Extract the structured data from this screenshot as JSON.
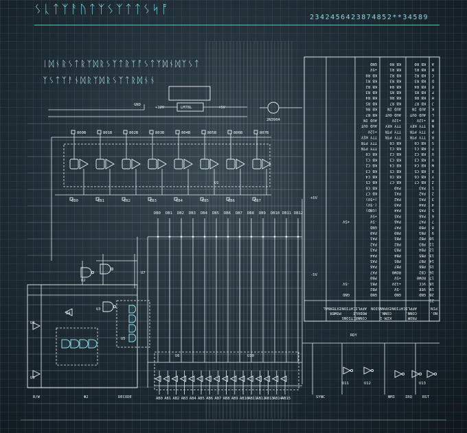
{
  "header": {
    "title": "ᛊᚳᛏᛉᚨᚢᛏᛉᛊᛉᛏᛏᛊᛋᚩ",
    "code": "2342456423874852**34589"
  },
  "subtitle": {
    "line1": "ᛁᛞᚾᚱᛊᛏᚱᛉᛞᚱᛊᛉᛏᚱᛉᚩᛊᛏᛉᛞᚾᛞᛉᛊᛏ",
    "line2": "ᛉᛊᛏᛉᚨᚾᛞᚱᛉᛞᚱᛊᛉᛏᚱᛞᚾᚾ"
  },
  "regulator": {
    "chip": "LM78L",
    "in_label": "+12V",
    "out_label": "+5V",
    "gnd_label": "GND"
  },
  "transistor_label": "2N3904",
  "upper_bank": {
    "labels": [
      "800B",
      "801B",
      "802B",
      "803B",
      "804B",
      "805B",
      "806B",
      "807B"
    ],
    "chip": "U1",
    "gnd_labels": [
      "CB0",
      "CB1",
      "CB2",
      "CB3",
      "CB4",
      "CB5",
      "CB6",
      "CB7"
    ]
  },
  "data_bus": [
    "DB0",
    "DB1",
    "DB2",
    "DB3",
    "DB4",
    "DB5",
    "DB6",
    "DB7",
    "DB8",
    "DB9",
    "DB10",
    "DB11",
    "DB12"
  ],
  "address_bus": [
    "AB0",
    "AB1",
    "AB2",
    "AB3",
    "AB4",
    "AB5",
    "AB6",
    "AB7",
    "AB8",
    "AB9",
    "AB10",
    "AB11",
    "AB12",
    "AB13",
    "AB14",
    "AB15"
  ],
  "chips": {
    "u2": "U2",
    "u3": "U3",
    "u4": "U4",
    "u5": "U5",
    "u6": "U6",
    "u7": "U7",
    "u8": "U8",
    "u9": "U9",
    "u10": "U10",
    "u11": "U11",
    "u12": "U12",
    "u13": "U13"
  },
  "bottom_labels": {
    "r_w": "R/W",
    "phi2": "Φ2",
    "decode": "DECODE",
    "sync": "SYNC",
    "nmi": "NMI",
    "irq": "IRQ",
    "rst": "RST",
    "rdy": "RDY"
  },
  "supply_labels": {
    "plus5": "+5V",
    "minus5": "-5V"
  },
  "pin_table": {
    "columns": [
      "PIN NO.",
      "APPLICATION CONN. FROM KIM-1",
      "EXPANSION CONN. KIM-1",
      "APPLICATION MODULE CONNECTIONS",
      "EXTERNAL POWER"
    ],
    "pins": [
      "A",
      "B",
      "C",
      "D",
      "E",
      "F",
      "H",
      "J",
      "K",
      "L",
      "M",
      "N",
      "P",
      "R",
      "S",
      "T",
      "U",
      "V",
      "W",
      "X",
      "Y",
      "Z",
      "1",
      "2",
      "3",
      "4",
      "5",
      "6",
      "7",
      "8",
      "9",
      "10",
      "11",
      "12",
      "13",
      "14",
      "15",
      "16",
      "17",
      "18",
      "19",
      "20",
      "21",
      "22"
    ],
    "col1": [
      "KB R0",
      "KB R1",
      "KB R2",
      "KB R3",
      "KB R4",
      "KB R5",
      "KB R6",
      "KB R7",
      "AUD IN",
      "AUD OUT",
      "+12V",
      "TTY KEY",
      "TTY PTR",
      "TTY PTR",
      "KB C0",
      "KB C1",
      "KB C2",
      "KB C3",
      "KB C4",
      "KB C5",
      "KB C6",
      "KB C7",
      "PA3",
      "PA2",
      "PA1",
      "PA4",
      "PA5",
      "PA6",
      "PA7",
      "PB0",
      "PB1",
      "PB2",
      "PB3",
      "PB4",
      "PB5",
      "PB7",
      "PB6",
      "CB2",
      "ROW0",
      "VCC",
      "VEE",
      "GND"
    ],
    "col2": [
      "KB R0",
      "KB R1",
      "KB R2",
      "KB R3",
      "KB R4",
      "KB R5",
      "KB R6",
      "KB R7",
      "AUD IN",
      "AUD OUT",
      "+12V",
      "TTY KEY",
      "TTY PTR",
      "TTY PTR",
      "KB C0",
      "KB C1",
      "KB C2",
      "KB C3",
      "KB C4",
      "KB C5",
      "KB C6",
      "KB C7",
      "PA0",
      "PA1",
      "PA2",
      "PA3",
      "PA4",
      "PA5",
      "PA6",
      "PA7",
      "PB0",
      "PB1",
      "PB2",
      "PB3",
      "PB4",
      "PB5",
      "PB7",
      "ROW0",
      "+5V",
      "+12V",
      "-5V",
      "GND"
    ],
    "col3": [
      "GND",
      "+5V",
      "KB R0",
      "KB R1",
      "KB R2",
      "KB R3",
      "KB R4",
      "KB R5",
      "KB R6",
      "KB R7",
      "AUD IN",
      "AUD OUT",
      "+12V",
      "TTY KEY",
      "TTY PTR",
      "TTY PTR",
      "KB C0",
      "KB C1",
      "KB C2",
      "KB C3",
      "KB C4",
      "KB C5",
      "KB C6",
      "KB C7",
      "(+5V)",
      "(-5V)",
      "(GND)",
      "+5V",
      "-5V",
      "GND",
      "PA0",
      "PA1",
      "PA2",
      "PA3",
      "PA4",
      "PA5",
      "PA6",
      "PA7",
      "PB0",
      "PB1",
      "PB2",
      "GND"
    ],
    "col4": [
      "",
      "",
      "",
      "",
      "",
      "",
      "",
      "",
      "",
      "",
      "",
      "",
      "",
      "",
      "",
      "",
      "",
      "",
      "",
      "",
      "",
      "",
      "",
      "",
      "",
      "",
      "",
      "",
      "+5V",
      "",
      "",
      "",
      "",
      "",
      "",
      "",
      "",
      "",
      "",
      "-5V",
      "",
      "GND"
    ]
  }
}
